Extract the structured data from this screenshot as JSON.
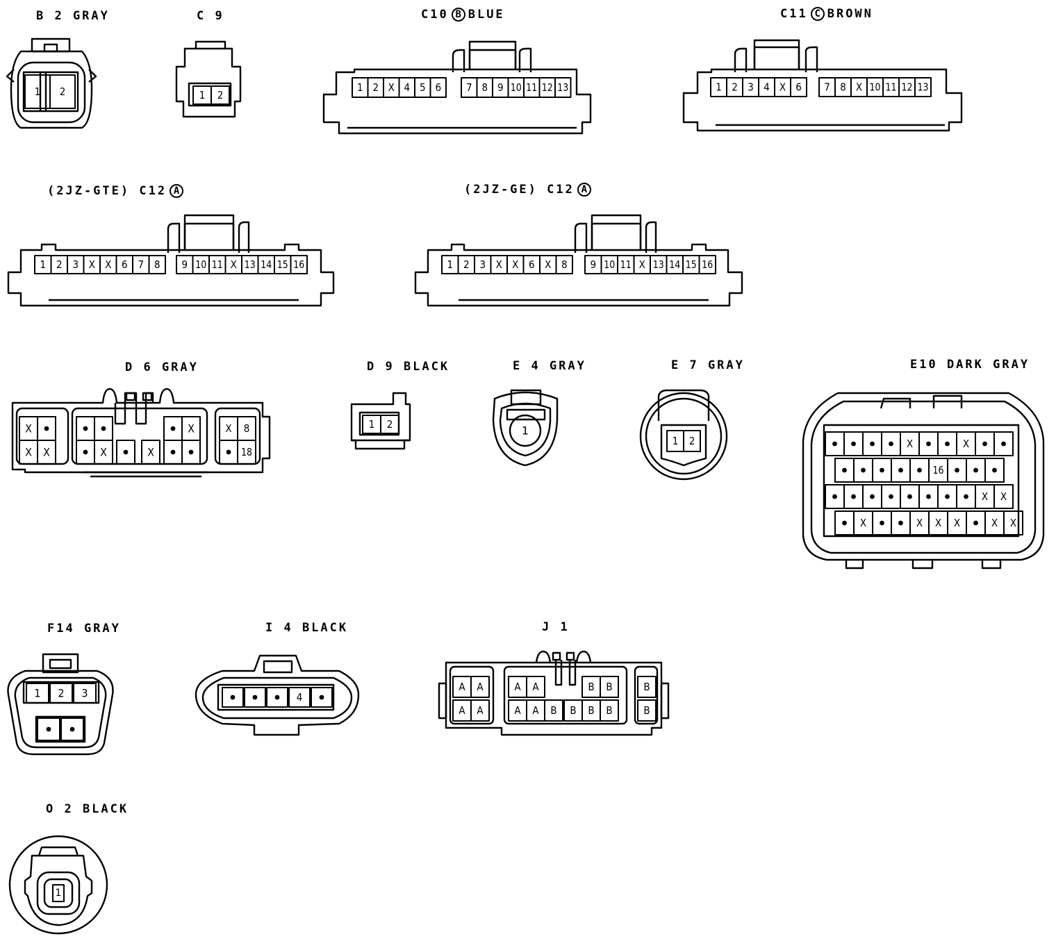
{
  "connectors": {
    "b2": {
      "label": "B 2  GRAY",
      "pins": [
        "1",
        "2"
      ]
    },
    "c9": {
      "label": "C 9",
      "pins": [
        "1",
        "2"
      ]
    },
    "c10": {
      "prefix": "C10",
      "mark": "B",
      "suffix": "BLUE",
      "pins": [
        "1",
        "2",
        "X",
        "4",
        "5",
        "6",
        "7",
        "8",
        "9",
        "10",
        "11",
        "12",
        "13"
      ]
    },
    "c11": {
      "prefix": "C11",
      "mark": "C",
      "suffix": "BROWN",
      "pins": [
        "1",
        "2",
        "3",
        "4",
        "X",
        "6",
        "7",
        "8",
        "X",
        "10",
        "11",
        "12",
        "13"
      ]
    },
    "c12gte": {
      "prefix": "(2JZ-GTE)  C12",
      "mark": "A",
      "pins": [
        "1",
        "2",
        "3",
        "X",
        "X",
        "6",
        "7",
        "8",
        "9",
        "10",
        "11",
        "X",
        "13",
        "14",
        "15",
        "16"
      ]
    },
    "c12ge": {
      "prefix": "(2JZ-GE)  C12",
      "mark": "A",
      "pins": [
        "1",
        "2",
        "3",
        "X",
        "X",
        "6",
        "X",
        "8",
        "9",
        "10",
        "11",
        "X",
        "13",
        "14",
        "15",
        "16"
      ]
    },
    "d6": {
      "label": "D 6  GRAY",
      "left": [
        "X",
        "•",
        "X",
        "X"
      ],
      "middle": [
        "•",
        "•",
        "•",
        "X",
        "•",
        "X",
        "•",
        "X",
        "•",
        "•"
      ],
      "right": [
        "X",
        "8",
        "•",
        "18"
      ]
    },
    "d9": {
      "label": "D 9  BLACK",
      "pins": [
        "1",
        "2"
      ]
    },
    "e4": {
      "label": "E 4  GRAY",
      "pins": [
        "1"
      ]
    },
    "e7": {
      "label": "E 7  GRAY",
      "pins": [
        "1",
        "2"
      ]
    },
    "e10": {
      "label": "E10  DARK GRAY",
      "rows": [
        [
          "•",
          "•",
          "•",
          "•",
          "X",
          "•",
          "•",
          "X",
          "•",
          "•"
        ],
        [
          "•",
          "•",
          "•",
          "•",
          "•",
          "16",
          "•",
          "•",
          "•"
        ],
        [
          "•",
          "•",
          "•",
          "•",
          "•",
          "•",
          "•",
          "•",
          "X",
          "X"
        ],
        [
          "•",
          "X",
          "•",
          "•",
          "X",
          "X",
          "X",
          "•",
          "X",
          "X"
        ]
      ]
    },
    "f14": {
      "label": "F14  GRAY",
      "top": [
        "1",
        "2",
        "3"
      ],
      "bottom": [
        "•",
        "•"
      ]
    },
    "i4": {
      "label": "I 4  BLACK",
      "pins": [
        "•",
        "•",
        "•",
        "4",
        "•"
      ]
    },
    "j1": {
      "label": "J 1",
      "left": [
        "A",
        "A",
        "A",
        "A"
      ],
      "middle": [
        "A",
        "A",
        "B",
        "B",
        "A",
        "A",
        "B",
        "B",
        "B",
        "B"
      ],
      "right": [
        "B",
        "B"
      ]
    },
    "o2": {
      "label": "O 2  BLACK",
      "pins": [
        "1"
      ]
    }
  }
}
